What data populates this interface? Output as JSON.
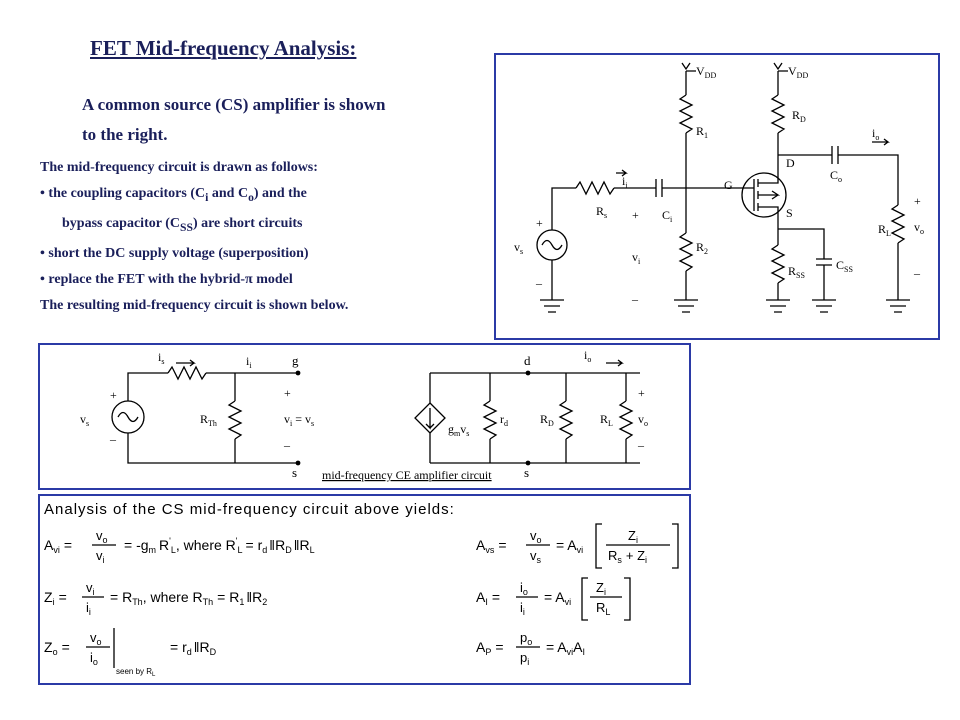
{
  "title": "FET Mid-frequency Analysis:",
  "intro": [
    "A common source (CS) amplifier is shown",
    "to the right."
  ],
  "mid_heading": "The mid-frequency circuit is drawn as follows:",
  "bullets": {
    "b1a": "• the coupling capacitors (C",
    "b1b": "i",
    "b1c": " and C",
    "b1d": "o",
    "b1e": ") and the",
    "b2a": "bypass capacitor (C",
    "b2b": "SS",
    "b2c": ") are short circuits",
    "b3": "• short the DC supply voltage (superposition)",
    "b4": "• replace the FET with the hybrid-π model"
  },
  "resulting": "The resulting mid-frequency circuit is shown below.",
  "cs_circuit": {
    "vdd": "V",
    "vdd_sub": "DD",
    "r1": "R",
    "r1_sub": "1",
    "r2": "R",
    "r2_sub": "2",
    "rs": "R",
    "rs_sub": "s",
    "rd": "R",
    "rd_sub": "D",
    "rss": "R",
    "rss_sub": "SS",
    "rl": "R",
    "rl_sub": "L",
    "ci": "C",
    "ci_sub": "i",
    "co": "C",
    "co_sub": "o",
    "css": "C",
    "css_sub": "SS",
    "ii": "i",
    "ii_sub": "i",
    "io": "i",
    "io_sub": "o",
    "vs": "v",
    "vs_sub": "s",
    "vi": "v",
    "vi_sub": "i",
    "vo": "v",
    "vo_sub": "o",
    "g": "G",
    "d": "D",
    "s": "S",
    "plus": "+",
    "minus": "–"
  },
  "mid_circuit": {
    "is": "i",
    "is_sub": "s",
    "ii": "i",
    "ii_sub": "i",
    "io": "i",
    "io_sub": "o",
    "g": "g",
    "d": "d",
    "s": "s",
    "vs": "v",
    "vs_sub": "s",
    "rth": "R",
    "rth_sub": "Th",
    "vi_eq": "v",
    "vi_eq_sub": "i",
    "vi_eq_rest": " = v",
    "vi_eq_sub2": "s",
    "gm": "g",
    "gm_sub": "m",
    "gm_v": "v",
    "gm_v_sub": "s",
    "rd_small": "r",
    "rd_small_sub": "d",
    "rd": "R",
    "rd_sub": "D",
    "rl": "R",
    "rl_sub": "L",
    "vo": "v",
    "vo_sub": "o",
    "plus": "+",
    "minus": "–",
    "caption": "mid-frequency CE amplifier circuit"
  },
  "analysis": {
    "heading": "Analysis of the CS mid-frequency circuit above yields:",
    "avi": "A",
    "avi_sub": "vi",
    "vo": "v",
    "vo_sub": "o",
    "vi": "v",
    "vi_sub": "i",
    "eq_neg_gm": "= -g",
    "gm_sub": "m",
    "rl_prime": "R",
    "rl_prime_sup": "'",
    "rl_prime_sub": "L",
    "where1": ",  where R",
    "where1_sup": "'",
    "where1_sub": "L",
    "eq_rd": "= r",
    "rd_sub": "d",
    "par_rd": "R",
    "par_rd_sub": "D",
    "par_rl": "R",
    "par_rl_sub": "L",
    "avs": "A",
    "avs_sub": "vs",
    "vs": "v",
    "vs_sub": "s",
    "eq_avi": "= A",
    "eq_avi_sub": "vi",
    "zi": "Z",
    "zi_sub": "i",
    "rs": "R",
    "rs_sub": "s",
    "plus_zi": "+ Z",
    "plus_zi_sub": "i",
    "ii": "i",
    "ii_sub": "i",
    "eq_rth": "= R",
    "eq_rth_sub": "Th",
    "where2": ",   where R",
    "where2_sub": "Th",
    "eq_r1": "= R",
    "eq_r1_sub": "1",
    "r2": "R",
    "r2_sub": "2",
    "ai": "A",
    "ai_sub": "I",
    "io": "i",
    "io_sub": "o",
    "rl": "R",
    "rl_sub": "L",
    "zo": "Z",
    "zo_sub": "o",
    "seen_by": "seen by R",
    "seen_by_sub": "L",
    "eq_rd2": "= r",
    "eq_rd2_sub": "d",
    "rd2": "R",
    "rd2_sub": "D",
    "ap": "A",
    "ap_sub": "P",
    "po": "p",
    "po_sub": "o",
    "pi": "p",
    "pi_sub": "i",
    "eq_avi_ai": "= A",
    "eq_avi_ai_sub": "vi",
    "eq_ai_tail": "A",
    "eq_ai_tail_sub": "I",
    "eq": "="
  }
}
